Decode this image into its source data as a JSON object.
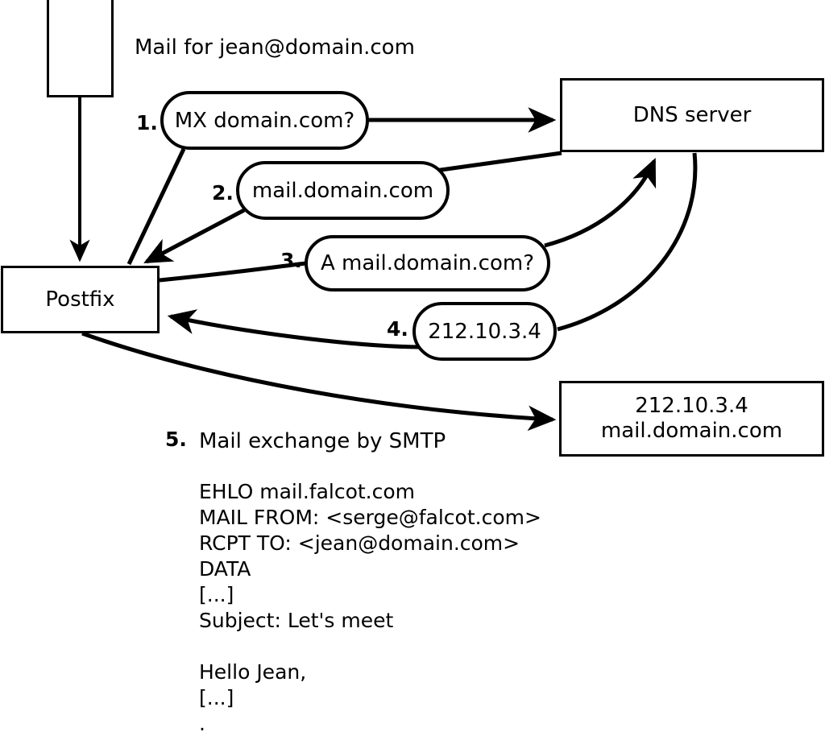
{
  "diagram": {
    "title_label": "Mail for jean@domain.com",
    "nodes": {
      "source_box": {
        "label": ""
      },
      "postfix": {
        "label": "Postfix"
      },
      "dns_server": {
        "label": "DNS server"
      },
      "target_server": {
        "line1": "212.10.3.4",
        "line2": "mail.domain.com"
      }
    },
    "steps": [
      {
        "number": "1.",
        "message": "MX domain.com?"
      },
      {
        "number": "2.",
        "message": "mail.domain.com"
      },
      {
        "number": "3.",
        "message": "A mail.domain.com?"
      },
      {
        "number": "4.",
        "message": "212.10.3.4"
      },
      {
        "number": "5.",
        "message": "Mail exchange by SMTP"
      }
    ],
    "smtp_transcript": [
      "EHLO mail.falcot.com",
      "MAIL FROM: <serge@falcot.com>",
      "RCPT TO: <jean@domain.com>",
      "DATA",
      "[...]",
      "Subject: Let's meet",
      "",
      "Hello Jean,",
      "[...]",
      "."
    ],
    "colors": {
      "stroke": "#000000",
      "background": "#ffffff",
      "text": "#000000"
    }
  }
}
